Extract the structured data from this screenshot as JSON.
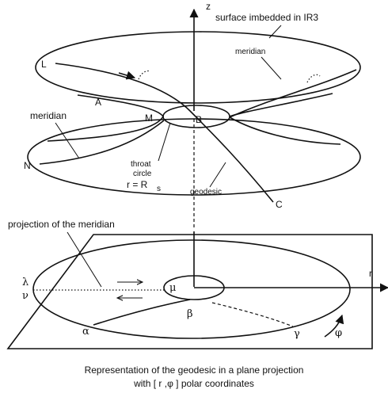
{
  "labels": {
    "z_axis": "z",
    "r_axis": "r",
    "surface": "surface imbedded in IR3",
    "meridian_top": "meridian",
    "meridian_left": "meridian",
    "point_L": "L",
    "point_A": "A",
    "point_M": "M",
    "point_B": "B",
    "point_N": "N",
    "point_C": "C",
    "throat_line1": "throat",
    "throat_line2": "circle",
    "throat_line3": "r = R",
    "throat_sub": "s",
    "geodesic": "geodesic",
    "projection_meridian": "projection of the meridian",
    "lambda": "λ",
    "nu": "ν",
    "mu": "μ",
    "alpha": "α",
    "beta": "β",
    "gamma": "γ",
    "phi": "φ"
  },
  "caption": {
    "line1": "Representation of the geodesic in a plane projection",
    "line2": "with [ r ,φ ] polar coordinates"
  }
}
